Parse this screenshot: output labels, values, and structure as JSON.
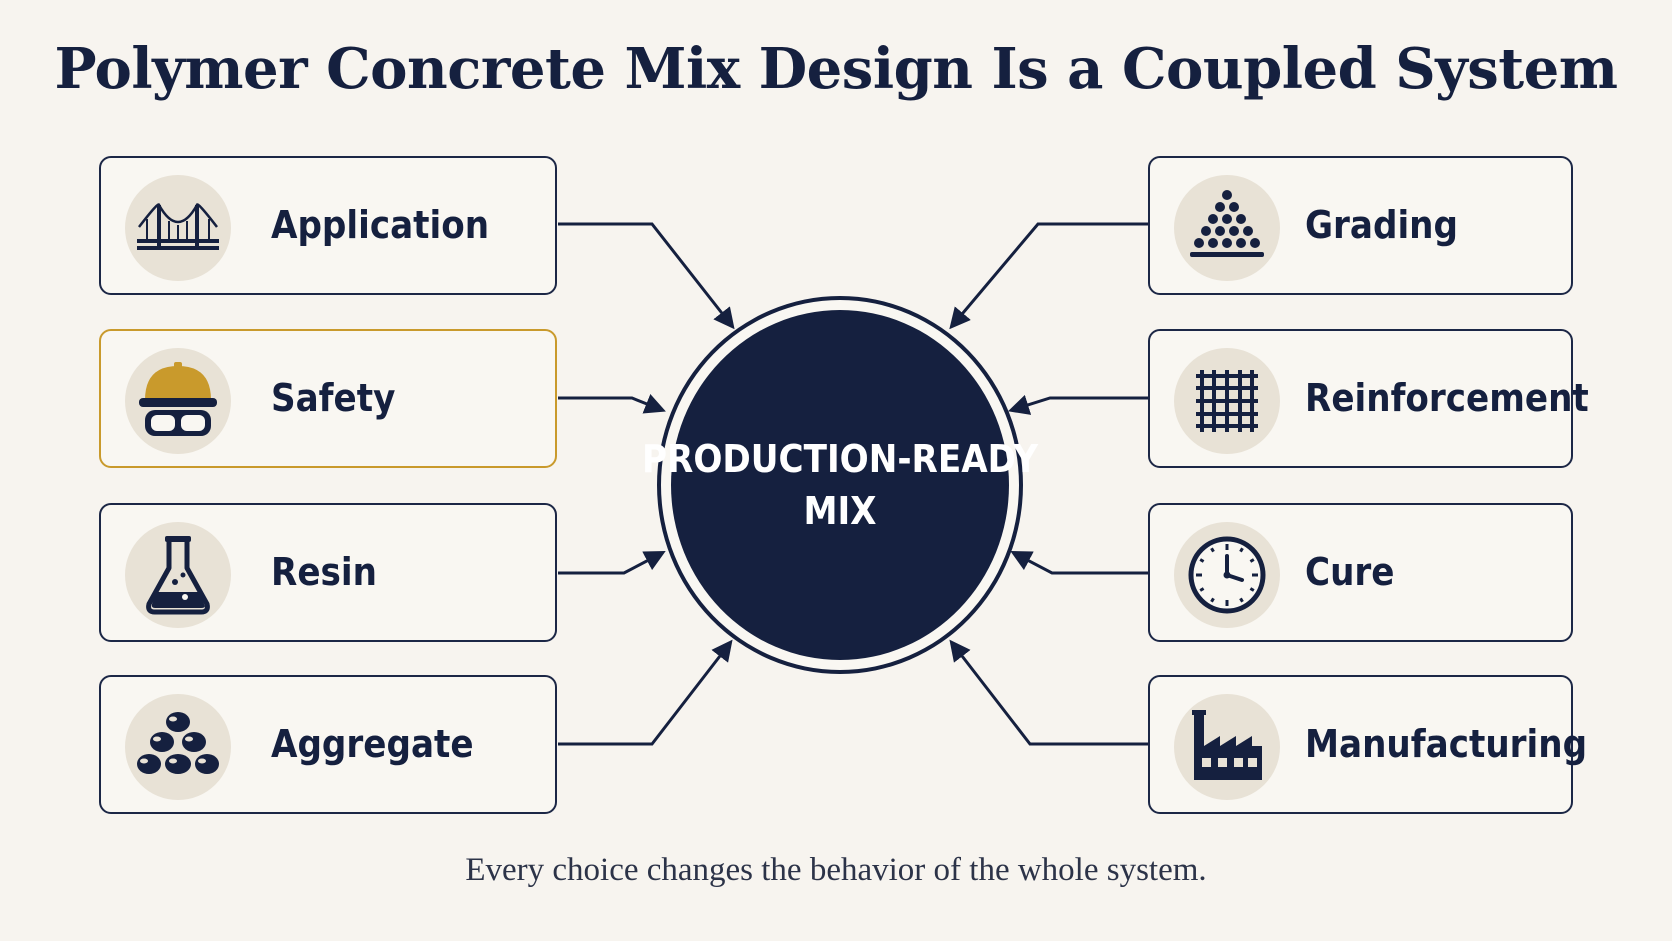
{
  "title": "Polymer Concrete Mix Design Is a Coupled System",
  "subtitle": "Every choice changes the behavior of the whole system.",
  "hub": {
    "line1": "PRODUCTION-READY",
    "line2": "MIX"
  },
  "left_nodes": [
    {
      "label": "Application",
      "icon": "bridge-icon"
    },
    {
      "label": "Safety",
      "icon": "hard-hat-goggles-icon",
      "highlighted": true
    },
    {
      "label": "Resin",
      "icon": "flask-icon"
    },
    {
      "label": "Aggregate",
      "icon": "stones-icon"
    }
  ],
  "right_nodes": [
    {
      "label": "Grading",
      "icon": "particle-pyramid-icon"
    },
    {
      "label": "Reinforcement",
      "icon": "mesh-grid-icon"
    },
    {
      "label": "Cure",
      "icon": "clock-icon"
    },
    {
      "label": "Manufacturing",
      "icon": "factory-icon"
    }
  ],
  "colors": {
    "navy": "#15203f",
    "accent_gold": "#c99a2c",
    "background": "#f7f4ef",
    "icon_disc": "#e8e2d6"
  }
}
